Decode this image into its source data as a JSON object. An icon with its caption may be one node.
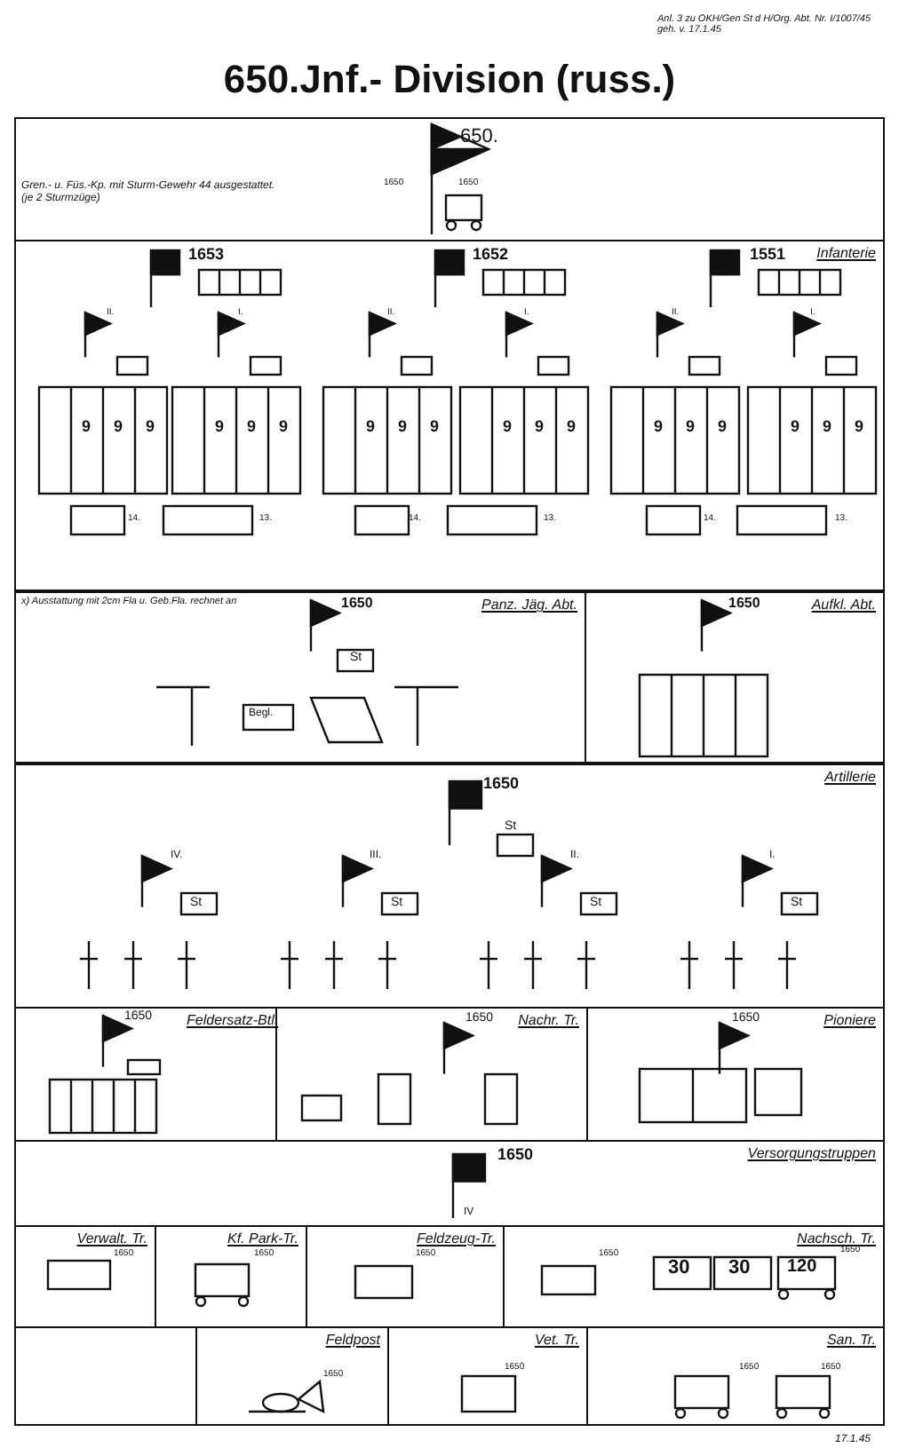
{
  "diagram": {
    "title": "650.Jnf.- Division (russ.)",
    "nodes": [
      {
        "text": [
          "650."
        ]
      },
      {
        "text": [
          "Infanterie"
        ]
      },
      {
        "text": [
          "Panz. Jäg. Abt."
        ]
      },
      {
        "text": [
          "Aufkl. Abt."
        ]
      },
      {
        "text": [
          "Artillerie"
        ]
      },
      {
        "text": [
          "Feldersatz-Btl."
        ]
      },
      {
        "text": [
          "Nachr. Tr."
        ]
      },
      {
        "text": [
          "Pioniere"
        ]
      },
      {
        "text": [
          "Versorgungstruppen"
        ]
      },
      {
        "text": [
          "Verwalt. Tr."
        ]
      },
      {
        "text": [
          "Kf. Park-Tr."
        ]
      },
      {
        "text": [
          "Feldzeug-Tr."
        ]
      },
      {
        "text": [
          "Nachsch. Tr."
        ]
      },
      {
        "text": [],
        "shape": "box"
      },
      {
        "text": [
          "Feldpost"
        ]
      },
      {
        "text": [
          "Vet. Tr."
        ]
      },
      {
        "text": [
          "San. Tr."
        ]
      }
    ],
    "labels": [
      "Anl. 3 zu OKH/Gen St d H/Org. Abt. Nr. I/1007/45 geh. v. 17.1.45",
      "Gren.- u. Füs.-Kp. mit Sturm-Gewehr 44 ausgestattet. (je 2 Sturmzüge)",
      "1650",
      "1650",
      "1653",
      "1652",
      "1551",
      "II.",
      "I.",
      "II.",
      "I.",
      "II.",
      "I.",
      "9",
      "9",
      "9",
      "9",
      "9",
      "9",
      "9",
      "9",
      "9",
      "9",
      "9",
      "9",
      "9",
      "9",
      "9",
      "9",
      "9",
      "9",
      "14.",
      "13.",
      "14.",
      "13.",
      "14.",
      "13.",
      "x) Ausstattung mit 2cm Fla u. Geb.Fla. rechnet an",
      "1650",
      "St",
      "Begl.",
      "1650",
      "1650",
      "St",
      "IV.",
      "III.",
      "II.",
      "I.",
      "St",
      "St",
      "St",
      "St",
      "1650",
      "1650",
      "1650",
      "1650",
      "IV",
      "1650",
      "1650",
      "1650",
      "1650",
      "30",
      "30",
      "120",
      "1650",
      "1650",
      "1650",
      "1650",
      "1650",
      "17.1.45"
    ]
  }
}
